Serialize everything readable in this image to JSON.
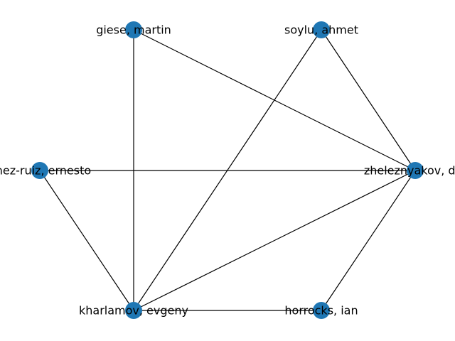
{
  "graph": {
    "node_color": "#1f77b4",
    "edge_color": "#000000",
    "nodes": [
      {
        "id": "giese",
        "label": "giese, martin"
      },
      {
        "id": "soylu",
        "label": "soylu, ahmet"
      },
      {
        "id": "zheleznyakov",
        "label": "zheleznyakov, dm"
      },
      {
        "id": "horrocks",
        "label": "horrocks, ian"
      },
      {
        "id": "kharlamov",
        "label": "kharlamov, evgeny"
      },
      {
        "id": "jimenez",
        "label": "enez-ruiz, ernesto"
      }
    ],
    "edges": [
      [
        "giese",
        "kharlamov"
      ],
      [
        "giese",
        "zheleznyakov"
      ],
      [
        "soylu",
        "zheleznyakov"
      ],
      [
        "soylu",
        "kharlamov"
      ],
      [
        "jimenez",
        "zheleznyakov"
      ],
      [
        "jimenez",
        "kharlamov"
      ],
      [
        "kharlamov",
        "zheleznyakov"
      ],
      [
        "kharlamov",
        "horrocks"
      ],
      [
        "zheleznyakov",
        "horrocks"
      ]
    ]
  }
}
